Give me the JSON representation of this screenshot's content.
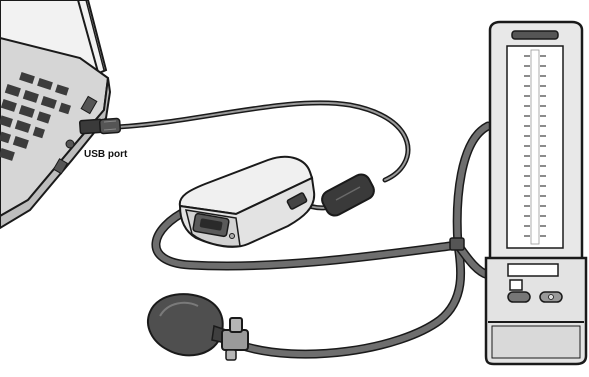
{
  "labels": {
    "usb_port": "USB port"
  },
  "colors": {
    "outline": "#1a1a1a",
    "cable": "#6e6e6e",
    "cable_dark": "#3a3a3a",
    "device_body": "#e9e9e9",
    "bulb": "#4f4f4f",
    "laptop_panel": "#d6d6d6",
    "laptop_keys": "#3c3c3c",
    "scale_white": "#ffffff"
  },
  "icons": [
    "laptop",
    "usb-plug",
    "interface-box",
    "ferrite-core",
    "pressure-bulb",
    "valve",
    "mercury-column"
  ]
}
